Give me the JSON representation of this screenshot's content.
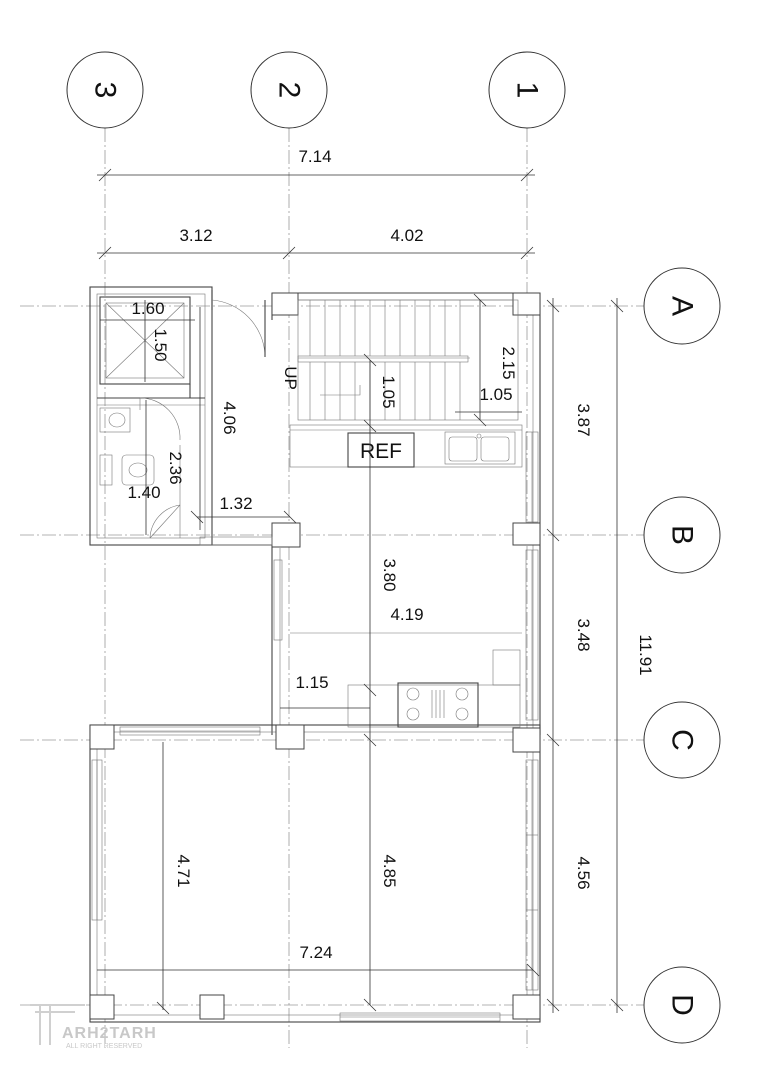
{
  "axes": {
    "vertical": [
      "3",
      "2",
      "1"
    ],
    "horizontal": [
      "A",
      "B",
      "C",
      "D"
    ]
  },
  "dimensions": {
    "overall_width": "7.14",
    "bay_3_2": "3.12",
    "bay_2_1": "4.02",
    "bay_A_B": "3.87",
    "bay_B_C": "3.48",
    "overall_depth": "11.91",
    "bay_C_D": "4.56",
    "shower_w": "1.60",
    "shower_d": "1.50",
    "stair_run": "2.15",
    "stair_landing": "1.05",
    "stair_width": "1.05",
    "hall_length": "4.06",
    "wc_length": "2.36",
    "wc_width": "1.40",
    "corridor": "1.32",
    "kitchen_length": "3.80",
    "kitchen_width": "4.19",
    "counter_gap": "1.15",
    "hall_left": "4.71",
    "hall_right": "4.85",
    "hall_width": "7.24"
  },
  "labels": {
    "ref": "REF",
    "up": "UP"
  },
  "watermark": {
    "brand": "ARH2TARH",
    "tagline": "ALL RIGHT RESERVED"
  }
}
